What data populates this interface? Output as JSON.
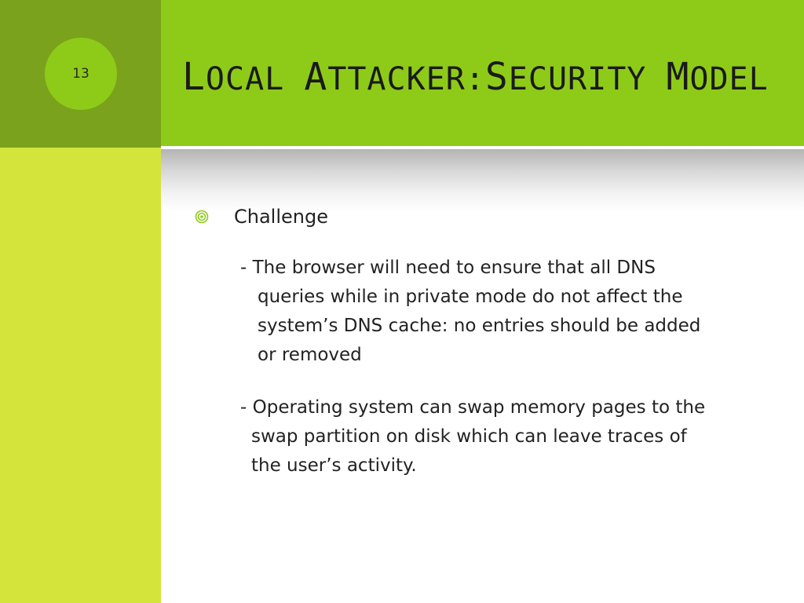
{
  "slide": {
    "page_number": "13",
    "title_words": [
      {
        "cap": "L",
        "rest": "OCAL"
      },
      {
        "cap": "A",
        "rest": "TTACKER:"
      },
      {
        "cap": "S",
        "rest": "ECURITY"
      },
      {
        "cap": "M",
        "rest": "ODEL"
      }
    ],
    "bullet": {
      "icon": "circle-bullet-icon",
      "label": "Challenge"
    },
    "paragraphs": [
      {
        "lines": [
          "-  The browser will need to ensure that all DNS",
          "queries while in private mode do not affect the",
          "system’s DNS cache: no entries should be added",
          "or removed"
        ]
      },
      {
        "lines": [
          "- Operating system can swap memory pages to the",
          "swap partition on disk which can leave traces of",
          "the user’s activity."
        ]
      }
    ]
  },
  "colors": {
    "left_top": "#7aa21c",
    "left_bottom": "#d4e43a",
    "title_bar": "#8ecb18",
    "bullet": "#8ecb18",
    "text": "#222222"
  }
}
